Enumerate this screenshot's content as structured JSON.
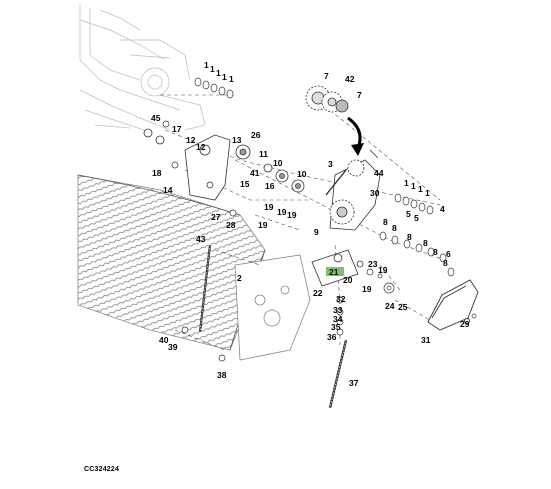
{
  "figure_code": "CC324224",
  "highlight_color": "#7ec46a",
  "callouts": {
    "c1": "1",
    "c2": "2",
    "c3": "3",
    "c4": "4",
    "c5": "5",
    "c6": "6",
    "c7": "7",
    "c8": "8",
    "c9": "9",
    "c10": "10",
    "c11": "11",
    "c12": "12",
    "c13": "13",
    "c14": "14",
    "c15": "15",
    "c16": "16",
    "c17": "17",
    "c18": "18",
    "c19": "19",
    "c20": "20",
    "c21": "21",
    "c22": "22",
    "c23": "23",
    "c24": "24",
    "c25": "25",
    "c26": "26",
    "c27": "27",
    "c28": "28",
    "c29": "29",
    "c30": "30",
    "c31": "31",
    "c32": "32",
    "c33": "33",
    "c34": "34",
    "c35": "35",
    "c36": "36",
    "c37": "37",
    "c38": "38",
    "c39": "39",
    "c40": "40",
    "c41": "41",
    "c42": "42",
    "c43": "43",
    "c44": "44",
    "c45": "45"
  }
}
